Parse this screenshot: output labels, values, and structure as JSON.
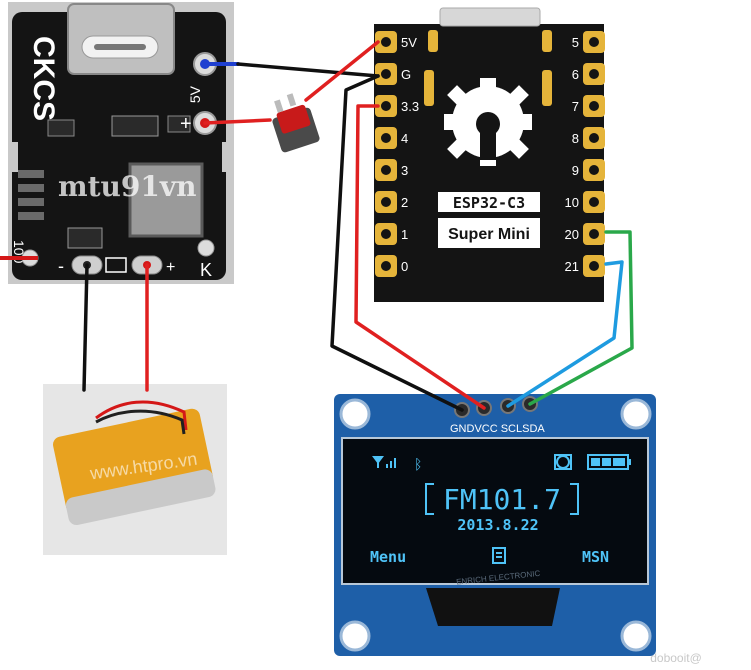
{
  "charger": {
    "brand": "CKCS",
    "watermark": "mtu91vn",
    "pin_5v": "5V",
    "pin_plus": "+",
    "pin_minus": "-",
    "pin_plus_bottom": "+",
    "pin_k": "K",
    "side_label": "100"
  },
  "esp32": {
    "name": "ESP32-C3",
    "subtitle": "Super Mini",
    "left_pins": [
      "5V",
      "G",
      "3.3",
      "4",
      "3",
      "2",
      "1",
      "0"
    ],
    "right_pins": [
      "5",
      "6",
      "7",
      "8",
      "9",
      "10",
      "20",
      "21"
    ]
  },
  "battery": {
    "watermark": "www.htpro.vn"
  },
  "oled": {
    "pins_label": "GNDVCC SCLSDA",
    "frequency": "FM101.7",
    "date": "2013.8.22",
    "menu_left": "Menu",
    "menu_right": "MSN",
    "flex_text": "ENRICH ELECTRONIC"
  },
  "colors": {
    "wire_red": "#e02020",
    "wire_black": "#101010",
    "wire_blue": "#1e9be0",
    "wire_green": "#2aa84a",
    "oled_board": "#1e5fa8",
    "oled_text": "#4fc3f7",
    "pcb": "#141414",
    "gold": "#e5b43a"
  },
  "footer_watermark": "dobooit@"
}
